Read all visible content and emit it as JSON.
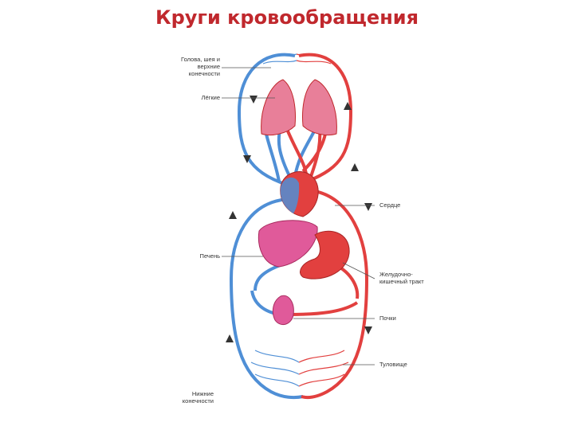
{
  "title": "Круги кровообращения",
  "colors": {
    "title": "#c0282d",
    "arterial": "#e2403f",
    "venous": "#4f8fd6",
    "organ_red": "#e05a5a",
    "organ_pink": "#e87f99",
    "leader_line": "#555555"
  },
  "labels": {
    "head": "Голова, шея и верхние конечности",
    "lungs": "Лёгкие",
    "heart": "Сердце",
    "liver": "Печень",
    "gi_tract": "Желудочно-кишечный тракт",
    "kidneys": "Почки",
    "trunk": "Туловище",
    "legs": "Нижние конечности"
  }
}
